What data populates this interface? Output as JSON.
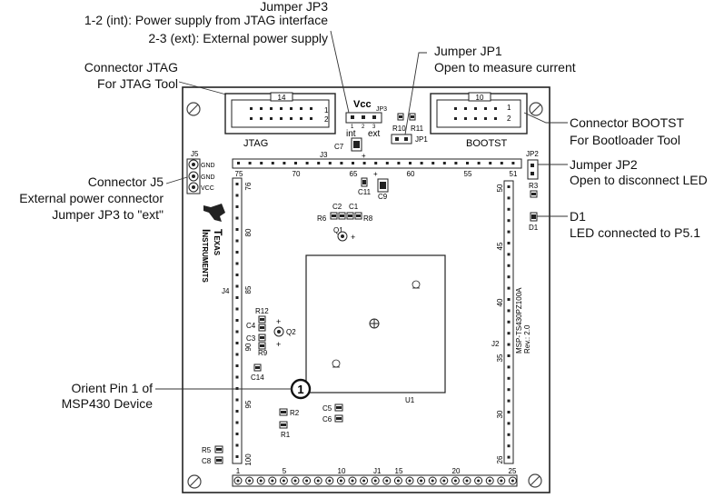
{
  "callouts": {
    "jp3_title": "Jumper JP3",
    "jp3_line1": "1-2 (int): Power supply from JTAG interface",
    "jp3_line2": "2-3 (ext): External power supply",
    "jtag_title": "Connector JTAG",
    "jtag_line1": "For JTAG Tool",
    "jp1_title": "Jumper JP1",
    "jp1_line1": "Open to measure current",
    "bootst_title": "Connector BOOTST",
    "bootst_line1": "For Bootloader Tool",
    "j5_title": "Connector J5",
    "j5_line1": "External power connector",
    "j5_line2": "Jumper JP3 to \"ext\"",
    "jp2_title": "Jumper JP2",
    "jp2_line1": "Open to disconnect LED",
    "d1_title": "D1",
    "d1_line1": "LED connected to P5.1",
    "orient_line1": "Orient Pin 1 of",
    "orient_line2": "MSP430 Device"
  },
  "board": {
    "jtag_label": "JTAG",
    "jtag_pins": "14",
    "bootst_label": "BOOTST",
    "bootst_pins": "10",
    "vcc": "Vcc",
    "jp3": "JP3",
    "int": "int",
    "ext": "ext",
    "pin_1": "1",
    "pin_2": "2",
    "pin_3": "3",
    "jp1": "JP1",
    "r10": "R10",
    "r11": "R11",
    "c7": "C7",
    "c11": "C11",
    "c9": "C9",
    "j3": "J3",
    "j4": "J4",
    "j2": "J2",
    "j1": "J1",
    "j5": "J5",
    "gnd": "GND",
    "vcc_small": "VCC",
    "jp2": "JP2",
    "r3": "R3",
    "d1": "D1",
    "c2": "C2",
    "c1": "C1",
    "r6": "R6",
    "r8": "R8",
    "q1": "Q1",
    "q2": "Q2",
    "r12": "R12",
    "c4": "C4",
    "c3": "C3",
    "r9": "R9",
    "c14": "C14",
    "r2": "R2",
    "r1": "R1",
    "c5": "C5",
    "c6": "C6",
    "r5": "R5",
    "c8": "C8",
    "u1": "U1",
    "orient_pin": "1",
    "plus": "+",
    "logo_texas": "Texas",
    "logo_instruments": "Instruments",
    "board_id_line1": "MSP-TS430PZ100A",
    "board_id_line2": "Rev.: 2.0",
    "j3_numbers": [
      "75",
      "70",
      "65",
      "60",
      "55",
      "51"
    ],
    "j4_numbers": [
      "76",
      "80",
      "85",
      "90",
      "95",
      "100"
    ],
    "j2_numbers": [
      "50",
      "45",
      "40",
      "35",
      "30",
      "26"
    ],
    "j1_numbers": [
      "1",
      "5",
      "10",
      "15",
      "20",
      "25"
    ]
  }
}
